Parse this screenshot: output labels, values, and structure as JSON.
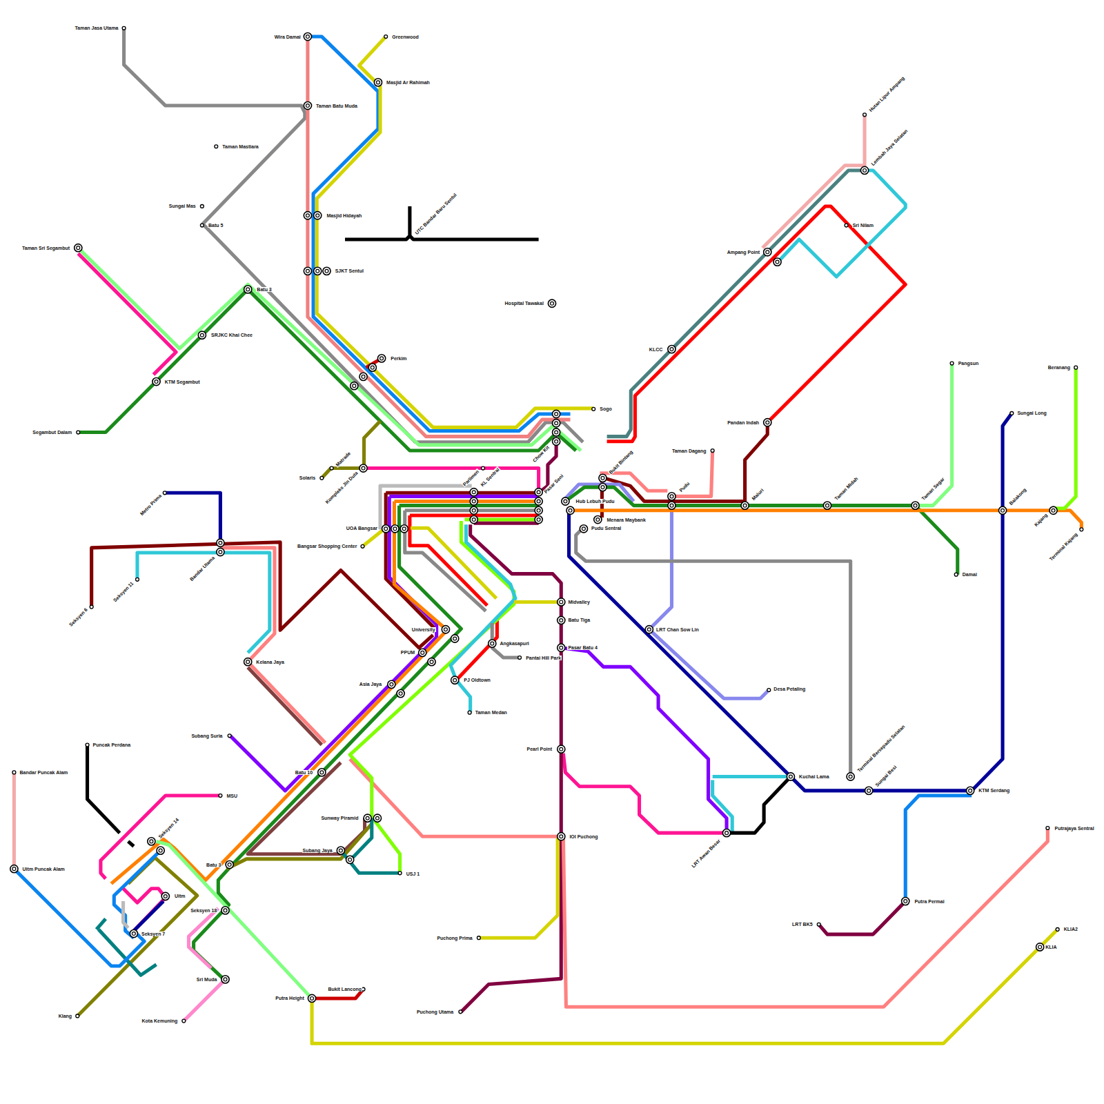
{
  "diagram": {
    "labels": [
      "Taman Jasa Utama",
      "Wira Damai",
      "Greenwood",
      "Masjid Ar Rahimah",
      "Taman Batu Muda",
      "Taman Mastiara",
      "Sungai Mas",
      "Batu 5",
      "Masjid Hidayah",
      "UTC Bandar Baru Sentul",
      "Taman Sri Segambut",
      "SJKT Sentul",
      "Batu 3",
      "Hospital Tawakal",
      "SRJKC Khai Chee",
      "Perkim",
      "KTM Segambut",
      "Sogo",
      "Segambut Dalam",
      "Chow Kit",
      "Hutan Lipur Ampang",
      "Lembah Jaya Selatan",
      "Sri Nilam",
      "Ampang Point",
      "KLCC",
      "Pangsun",
      "Beranang",
      "Sungai Long",
      "Pandan Indah",
      "Taman Dagang",
      "Bukit Bintang",
      "Pudu",
      "Maluri",
      "Taman Midah",
      "Taman Segar",
      "Balakong",
      "Kajang",
      "Terminal Kajang",
      "Damai",
      "Matrade",
      "Solaris",
      "Kompleks Jln Duta",
      "Parlimen",
      "KL Sentral",
      "Pasar Seni",
      "Hub Lebuh Pudu",
      "Menara Maybank",
      "Pudu Sentral",
      "Metro Prima",
      "UOA Bangsar",
      "Bangsar Shopping Center",
      "Bandar Utama",
      "Seksyen 11",
      "Seksyen 6",
      "Midvalley",
      "Batu Tiga",
      "LRT Chan Sow Lin",
      "University",
      "Angkasapuri",
      "Pasar Batu 4",
      "PPUM",
      "Pantai Hill Park",
      "Kelana Jaya",
      "PJ Oldtown",
      "Asia Jaya",
      "Desa Petaling",
      "Taman Medan",
      "Subang Suria",
      "Puncak Perdana",
      "Pearl Point",
      "Batu 10",
      "Bandar Puncak Alam",
      "Kuchai Lama",
      "Terminal Bersepadu Selatan",
      "Sungai Besi",
      "KTM Serdang",
      "MSU",
      "Sunway Piramid",
      "Putrajaya Sentral",
      "IOI Puchong",
      "LRT Awan Besar",
      "Seksyen 14",
      "Subang Jaya",
      "Batu 3",
      "Uitm Puncak Alam",
      "USJ 1",
      "Uitm",
      "Putra Permai",
      "Seksyen 18",
      "LRT BK5",
      "KLIA2",
      "Seksyen 7",
      "Puchong Prima",
      "KLIA",
      "Sri Muda",
      "Bukit Lancong",
      "Putra Height",
      "Puchong Utama",
      "Klang",
      "Kota Kemuning"
    ]
  }
}
